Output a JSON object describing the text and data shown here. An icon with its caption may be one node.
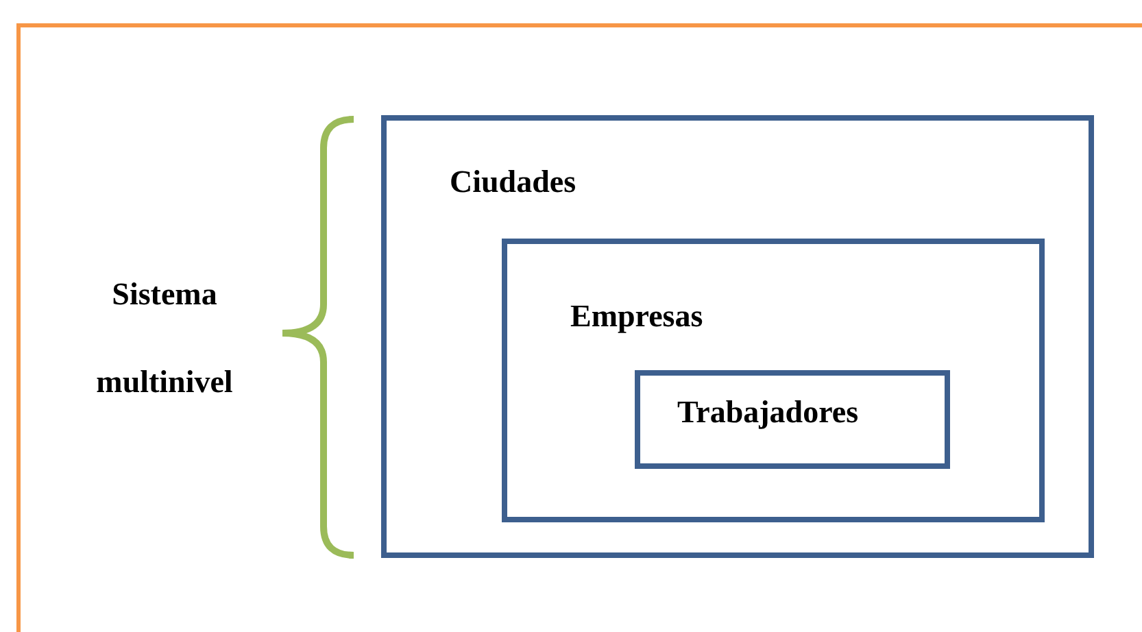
{
  "diagram": {
    "nodes": [
      {
        "text": [
          "Ciudades"
        ]
      },
      {
        "text": [
          "Empresas"
        ],
        "in": 0
      },
      {
        "text": [
          "Trabajadores"
        ],
        "in": 1
      }
    ],
    "labels": [
      "Sistema multinivel"
    ]
  }
}
